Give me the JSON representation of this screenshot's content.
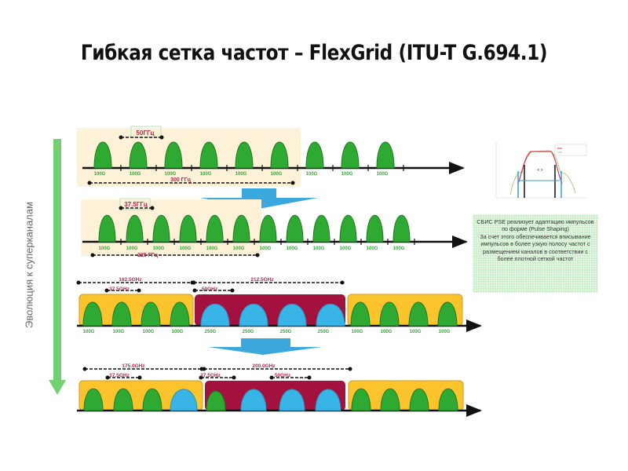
{
  "slide": {
    "title": "Гибкая сетка частот – FlexGrid (ITU-T G.694.1)",
    "side_label": "Эволюция к суперканалам",
    "note": {
      "line1": "СБИС PSE реализует адаптацию импульсов по форме (Pulse Shaping)",
      "line2": "За счет этого обеспечивается вписывание импульсов в более узкую полосу частот с размещением каналов в соответствии с более плотной сеткой частот"
    },
    "colors": {
      "green_pulse": "#2eaa32",
      "blue_pulse": "#38b4e6",
      "yellow_block": "#fbc42d",
      "maroon_block": "#a3123f",
      "highlight_bg": "#fdf1d8",
      "label_red": "#b8264e",
      "label_green": "#3aa53a",
      "arrow_blue": "#3aa8dc",
      "evo_arrow": "#72d072"
    }
  },
  "rows": [
    {
      "name": "fixed-50ghz-grid",
      "spacing_label": "50ГГц",
      "span_label": "300 ГГц",
      "channels": [
        "100G",
        "100G",
        "100G",
        "100G",
        "100G",
        "100G",
        "100G",
        "100G",
        "100G"
      ]
    },
    {
      "name": "flex-37.5ghz-grid",
      "spacing_label": "37.5ГГц",
      "span_label": "225 ГГц",
      "channels": [
        "100G",
        "100G",
        "100G",
        "100G",
        "100G",
        "100G",
        "100G",
        "100G",
        "100G",
        "100G",
        "100G",
        "100G"
      ]
    },
    {
      "name": "superchannel-mixed",
      "blocks": [
        {
          "type": "yellow",
          "span_label": "162.5GHz",
          "spacing_label": "37.5GHz",
          "channels": [
            "100G",
            "100G",
            "100G",
            "100G"
          ]
        },
        {
          "type": "maroon",
          "span_label": "212.5GHz",
          "spacing_label": "50GHz",
          "channels": [
            "250G",
            "250G",
            "250G",
            "250G"
          ]
        },
        {
          "type": "yellow",
          "channels": [
            "100G",
            "100G",
            "100G",
            "100G"
          ]
        }
      ]
    },
    {
      "name": "superchannel-optimized",
      "blocks": [
        {
          "type": "yellow",
          "span_label": "175.0GHz",
          "spacing_label": "37.5GHz"
        },
        {
          "type": "maroon",
          "span_label": "200.0GHz",
          "spacing_label": "37.5GHz",
          "spacing_label_2": "50GHz"
        },
        {
          "type": "yellow"
        }
      ]
    }
  ]
}
